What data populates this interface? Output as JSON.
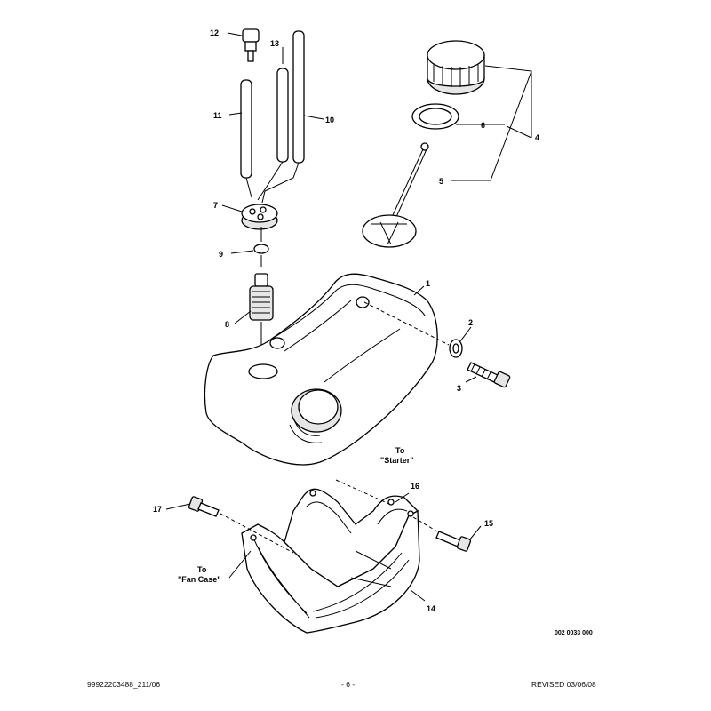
{
  "callouts": {
    "c1": "1",
    "c2": "2",
    "c3": "3",
    "c4": "4",
    "c5": "5",
    "c6": "6",
    "c7": "7",
    "c8": "8",
    "c9": "9",
    "c10": "10",
    "c11": "11",
    "c12": "12",
    "c13": "13",
    "c14": "14",
    "c15": "15",
    "c16": "16",
    "c17": "17"
  },
  "annotations": {
    "to_starter_1": "To",
    "to_starter_2": "\"Starter\"",
    "to_fancase_1": "To",
    "to_fancase_2": "\"Fan Case\""
  },
  "drawing_number": "002 0033 000",
  "footer": {
    "left": "99922203488_211/06",
    "center": "- 6 -",
    "right": "REVISED 03/06/08"
  }
}
